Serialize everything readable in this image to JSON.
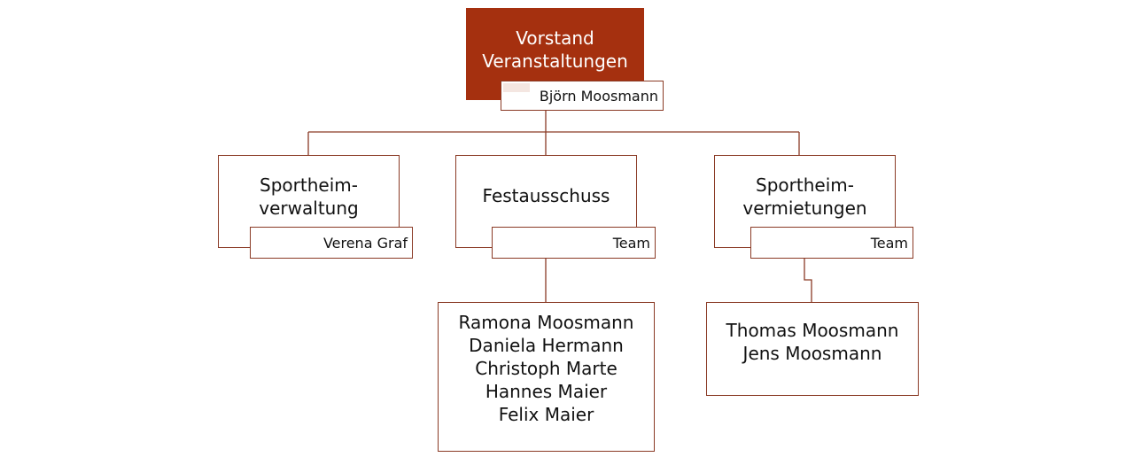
{
  "top": {
    "title_line1": "Vorstand",
    "title_line2": "Veranstaltungen",
    "person": "Björn Moosmann"
  },
  "units": [
    {
      "line1": "Sportheim-",
      "line2": "verwaltung",
      "label": "Verena Graf"
    },
    {
      "line1": "Festausschuss",
      "label": "Team"
    },
    {
      "line1": "Sportheim-",
      "line2": "vermietungen",
      "label": "Team"
    }
  ],
  "teams": {
    "festausschuss": [
      "Ramona Moosmann",
      "Daniela Hermann",
      "Christoph Marte",
      "Hannes Maier",
      "Felix Maier"
    ],
    "vermietungen": [
      "Thomas Moosmann",
      "Jens Moosmann"
    ]
  },
  "colors": {
    "accent": "#a5300f",
    "line": "#8a3a25"
  }
}
